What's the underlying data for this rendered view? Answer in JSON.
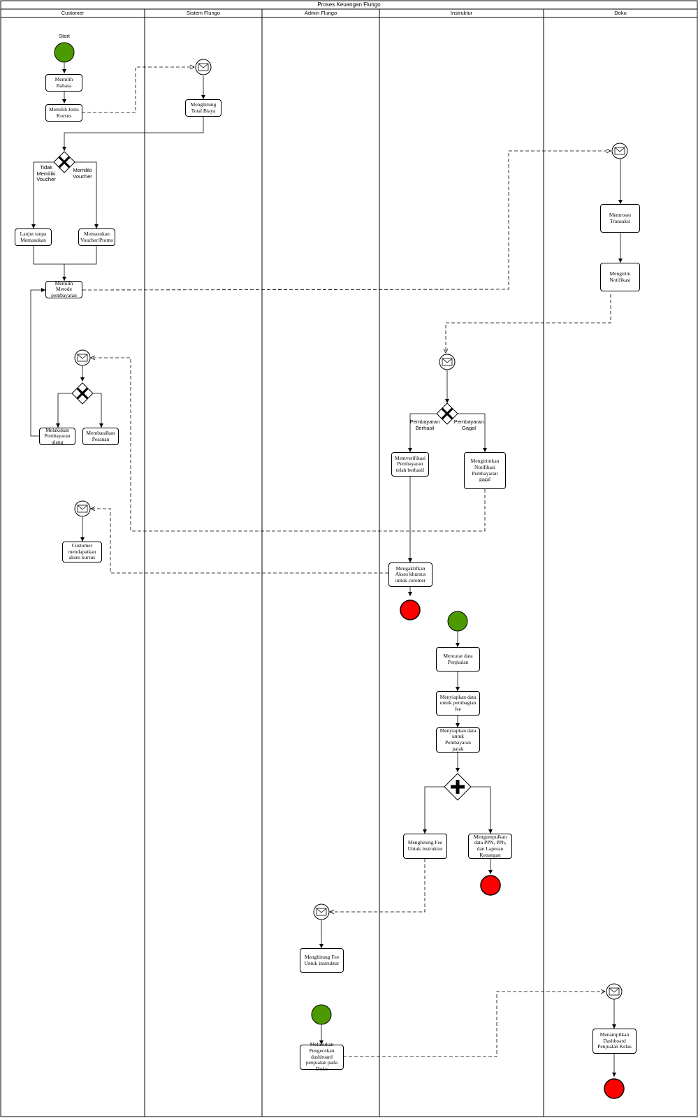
{
  "pool": {
    "title": "Proses Keuangan Flungo"
  },
  "lanes": [
    "Customer",
    "Sistem Flungo",
    "Admin Flungo",
    "Instruktur",
    "Doku"
  ],
  "labels": {
    "start": "Start",
    "no_voucher": "Tidak\nMemiliki\nVoucher",
    "has_voucher": "Memiliki\nVoucher",
    "pay_ok": "Pembayaran\nBerhasil",
    "pay_fail": "Pembayaran\nGagal"
  },
  "tasks": {
    "pilih_bahasa": "Memilih Bahasa",
    "pilih_jenis": "Memilih Jenis Kursus",
    "hitung_total": "Menghitung Total Biaya",
    "lanjut_tanpa": "Lanjut tanpa Memasukan",
    "masukan_voucher": "Memasukan Voucher/Promo",
    "pilih_metode": "Memilih Metode pembayaran",
    "proses_transaksi": "Memroses Transaksi",
    "kirim_notif": "Mengirim Notifikasi",
    "bayar_ulang": "Melakukan Pembayaran ulang",
    "batal": "Membatalkan Pesanan",
    "verifikasi": "Memverifikasi Pembayaran telah berhasil",
    "notif_gagal": "Mengirimkan Notifikasi Pembayaran gagal",
    "akses_customer": "Customer mendapatkan akses kursus",
    "aktifkan_akses": "Mengaktifkan Akses khursus untuk cutomer",
    "catat_penjualan": "Mencatat data Penjualan",
    "siapkan_fee": "Menyiapkan data untuk pembagian fee",
    "siapkan_pajak": "Menyiapkan data untuk Pembayaran pajak",
    "hitung_fee_instr": "Menghitung Fee Untuk instruktur",
    "kumpulkan_ppn": "Mengumpulkan data PPN, PPh, dan Laporan Keuangan",
    "hitung_fee_admin": "Menghitung Fee Untuk instruktur",
    "cek_dashboard": "Melakukan Pengecekan dashboard penjualan pada Doku",
    "tampilkan_dashboard": "Menampilkan Dashboard Penjualan Kelas"
  },
  "colors": {
    "start_event": "#4d9900",
    "end_event": "#ff0000",
    "line": "#000000"
  },
  "icons": [
    "envelope-icon",
    "exclusive-gateway-icon",
    "parallel-gateway-icon"
  ]
}
